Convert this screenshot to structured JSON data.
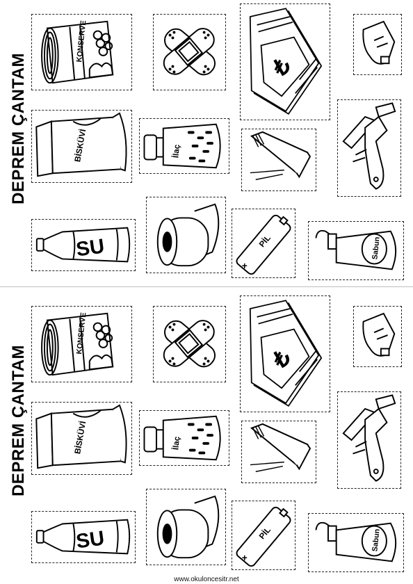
{
  "title": "DEPREM ÇANTAM",
  "labels": {
    "konserve": "KONSERVE",
    "biskuvi": "BİSKÜVİ",
    "su": "SU",
    "ilac": "İlaç",
    "pil": "PİL",
    "sabun": "Sabun",
    "lira": "₺"
  },
  "footer": "www.okuloncesitr.net",
  "icons": [
    "canned-food-icon",
    "bandage-icon",
    "money-stack-icon",
    "whistle-icon",
    "biscuit-bag-icon",
    "medicine-jar-icon",
    "matchbox-icon",
    "pocket-knife-icon",
    "water-bottle-icon",
    "toilet-paper-icon",
    "battery-icon",
    "soap-bottle-icon"
  ]
}
